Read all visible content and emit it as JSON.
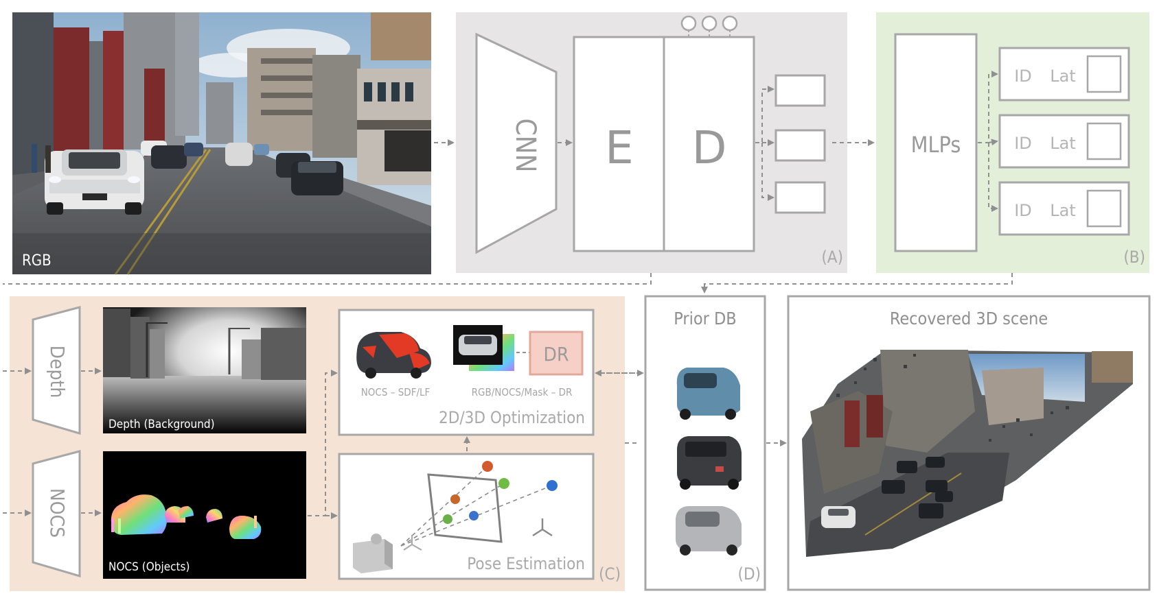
{
  "colors": {
    "panel_gray": "#e7e5e6",
    "panel_green": "#e3efd9",
    "panel_peach": "#f5e3d6",
    "box_stroke": "#a7a7a7",
    "text_gray": "#9a9a9a",
    "dr_fill": "#f6cfc6",
    "dr_stroke": "#e0a89b"
  },
  "rgb_panel": {
    "label": "RGB"
  },
  "panel_a": {
    "cnn": "CNN",
    "encoder": "E",
    "decoder": "D",
    "tag": "(A)"
  },
  "panel_b": {
    "mlps": "MLPs",
    "rows": [
      {
        "id": "ID",
        "lat": "Lat"
      },
      {
        "id": "ID",
        "lat": "Lat"
      },
      {
        "id": "ID",
        "lat": "Lat"
      }
    ],
    "tag": "(B)"
  },
  "panel_c": {
    "depth_block": "Depth",
    "nocs_block": "NOCS",
    "depth_caption": "Depth (Background)",
    "nocs_caption": "NOCS (Objects)",
    "nocs_sdf": "NOCS – SDF/LF",
    "rgb_nocs_mask": "RGB/NOCS/Mask – DR",
    "dr": "DR",
    "optimization": "2D/3D Optimization",
    "pose": "Pose Estimation",
    "tag": "(C)"
  },
  "panel_d": {
    "title": "Prior DB",
    "tag": "(D)"
  },
  "scene": {
    "title": "Recovered 3D scene"
  }
}
